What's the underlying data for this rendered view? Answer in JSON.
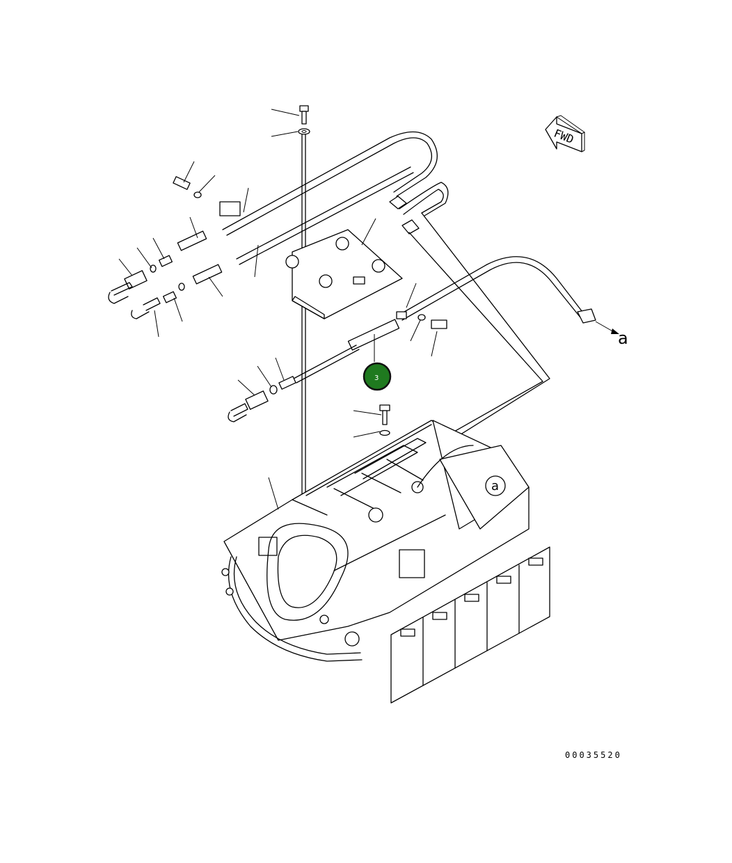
{
  "figure_number": "00035520",
  "fwd_label": "FWD",
  "connection_label": "a",
  "detail_label": "a",
  "callouts": [
    {
      "number": "3",
      "color": "#1f7a1f",
      "border": "#111111"
    }
  ]
}
